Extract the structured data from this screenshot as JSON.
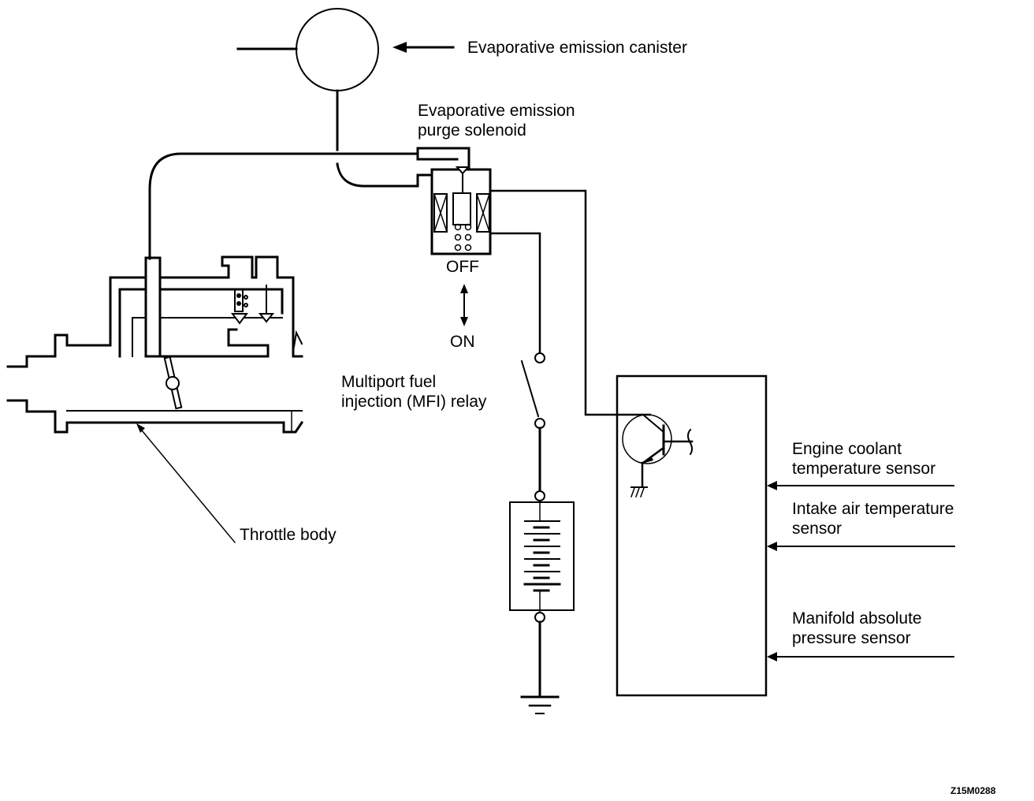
{
  "diagram": {
    "title": "Evaporative emission purge control system",
    "labels": {
      "canister": "Evaporative emission canister",
      "purge_solenoid_line1": "Evaporative emission",
      "purge_solenoid_line2": "purge solenoid",
      "state_off": "OFF",
      "state_on": "ON",
      "relay_line1": "Multiport fuel",
      "relay_line2": "injection (MFI) relay",
      "throttle_body": "Throttle body",
      "ect_line1": "Engine coolant",
      "ect_line2": "temperature sensor",
      "iat_line1": "Intake air temperature",
      "iat_line2": "sensor",
      "map_line1": "Manifold absolute",
      "map_line2": "pressure sensor"
    },
    "figure_code": "Z15M0288",
    "components": [
      {
        "id": "canister",
        "type": "circle"
      },
      {
        "id": "purge-solenoid",
        "type": "solenoid-valve"
      },
      {
        "id": "throttle-body",
        "type": "housing"
      },
      {
        "id": "mfi-relay",
        "type": "switch"
      },
      {
        "id": "battery",
        "type": "battery"
      },
      {
        "id": "ecu",
        "type": "control-unit"
      },
      {
        "id": "transistor",
        "type": "transistor"
      }
    ]
  }
}
